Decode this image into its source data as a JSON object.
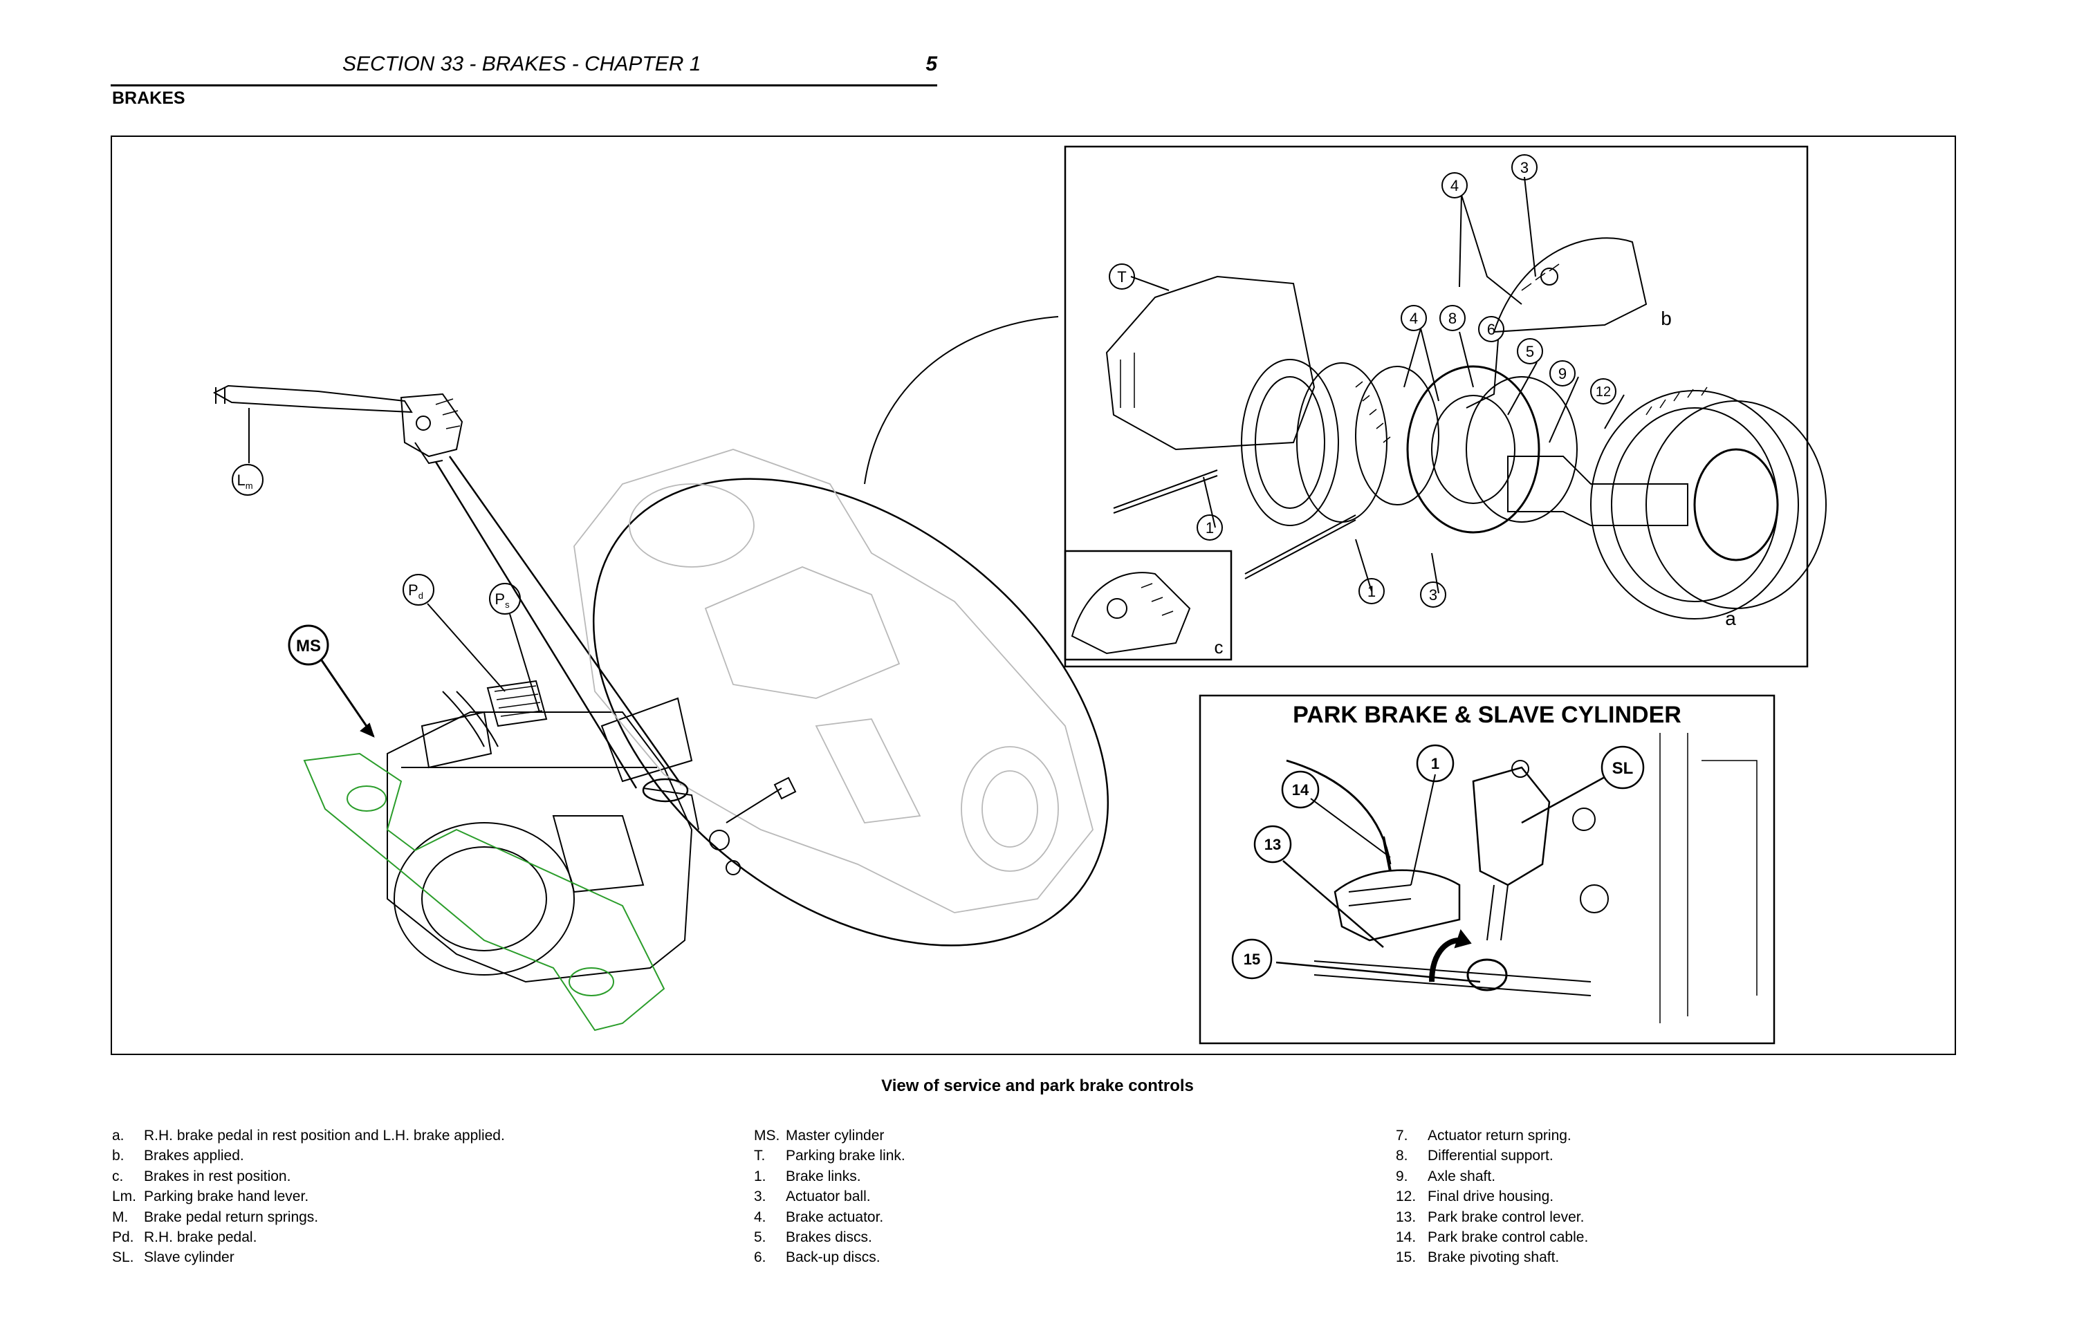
{
  "header": {
    "title": "SECTION 33 - BRAKES - CHAPTER 1",
    "page_number": "5"
  },
  "section_heading": "BRAKES",
  "figure": {
    "caption": "View of service and park brake controls",
    "callouts_main": {
      "lm_letter": "L",
      "lm_sub": "m",
      "pd_letter": "P",
      "pd_sub": "d",
      "ps_letter": "P",
      "ps_sub": "s",
      "ms": "MS"
    },
    "inset_detail": {
      "t": "T",
      "n4a": "4",
      "n3a": "3",
      "n4b": "4",
      "n8": "8",
      "n6": "6",
      "n5": "5",
      "n9": "9",
      "n12": "12",
      "n1a": "1",
      "n1b": "1",
      "n3b": "3",
      "letter_a": "a",
      "letter_b": "b",
      "letter_c": "c"
    },
    "inset_park": {
      "title": "PARK BRAKE & SLAVE CYLINDER",
      "n1": "1",
      "sl": "SL",
      "n14": "14",
      "n13": "13",
      "n15": "15"
    }
  },
  "legend": {
    "col1": [
      {
        "key": "a.",
        "text": "R.H. brake pedal in rest position and L.H. brake applied."
      },
      {
        "key": "b.",
        "text": "Brakes applied."
      },
      {
        "key": "c.",
        "text": "Brakes in rest position."
      },
      {
        "key": "Lm.",
        "text": "Parking brake hand lever."
      },
      {
        "key": "M.",
        "text": "Brake pedal return springs."
      },
      {
        "key": "Pd.",
        "text": "R.H. brake pedal."
      },
      {
        "key": "SL.",
        "text": "Slave cylinder"
      }
    ],
    "col2": [
      {
        "key": "MS.",
        "text": "Master cylinder"
      },
      {
        "key": "T.",
        "text": "Parking brake link."
      },
      {
        "key": "1.",
        "text": "Brake links."
      },
      {
        "key": "3.",
        "text": "Actuator ball."
      },
      {
        "key": "4.",
        "text": "Brake actuator."
      },
      {
        "key": "5.",
        "text": "Brakes discs."
      },
      {
        "key": "6.",
        "text": "Back-up discs."
      }
    ],
    "col3": [
      {
        "key": "7.",
        "text": "Actuator return spring."
      },
      {
        "key": "8.",
        "text": "Differential support."
      },
      {
        "key": "9.",
        "text": "Axle shaft."
      },
      {
        "key": "12.",
        "text": "Final drive housing."
      },
      {
        "key": "13.",
        "text": "Park brake control lever."
      },
      {
        "key": "14.",
        "text": "Park brake control cable."
      },
      {
        "key": "15.",
        "text": "Brake pivoting shaft."
      }
    ]
  }
}
